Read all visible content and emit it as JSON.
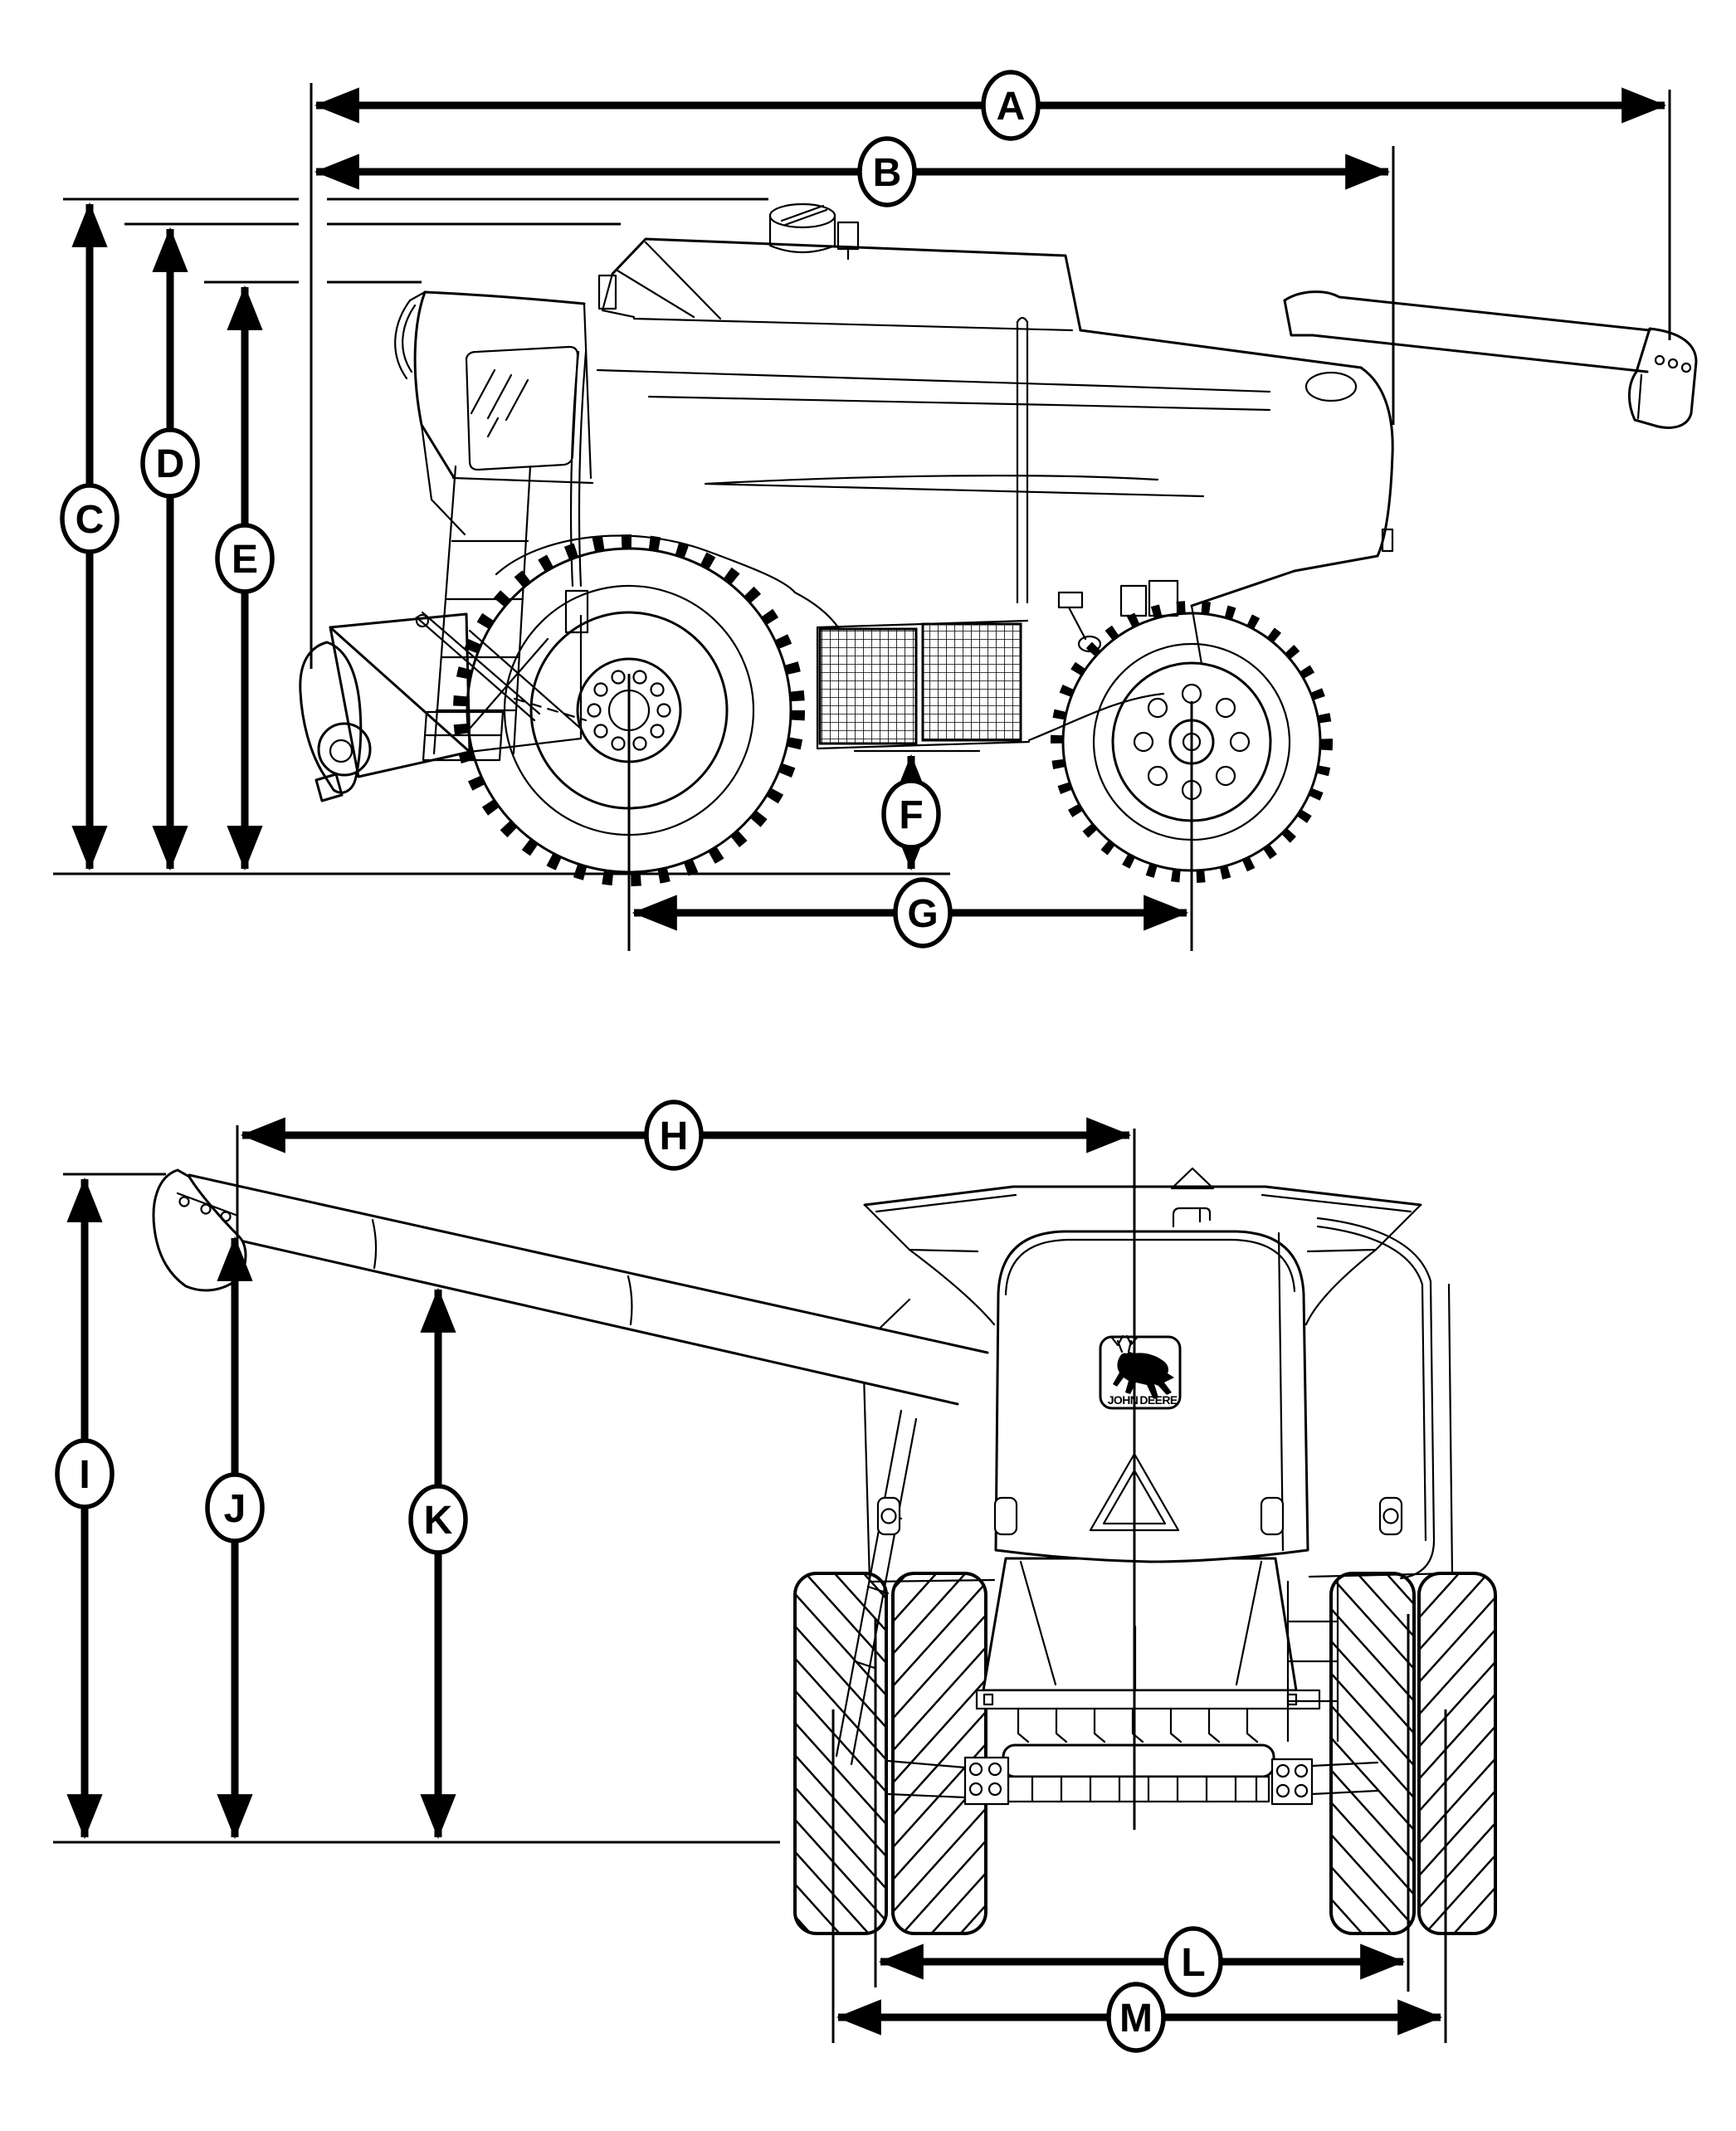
{
  "labels": {
    "A": "A",
    "B": "B",
    "C": "C",
    "D": "D",
    "E": "E",
    "F": "F",
    "G": "G",
    "H": "H",
    "I": "I",
    "J": "J",
    "K": "K",
    "L": "L",
    "M": "M"
  },
  "views": {
    "side_view_labels": [
      "A",
      "B",
      "C",
      "D",
      "E",
      "F",
      "G"
    ],
    "rear_view_labels": [
      "H",
      "I",
      "J",
      "K",
      "L",
      "M"
    ]
  },
  "logo": {
    "line1": "JOHN",
    "line2": "DEERE",
    "text": "JOHN DEERE"
  },
  "colors": {
    "ink": "#000000",
    "paper": "#ffffff"
  }
}
